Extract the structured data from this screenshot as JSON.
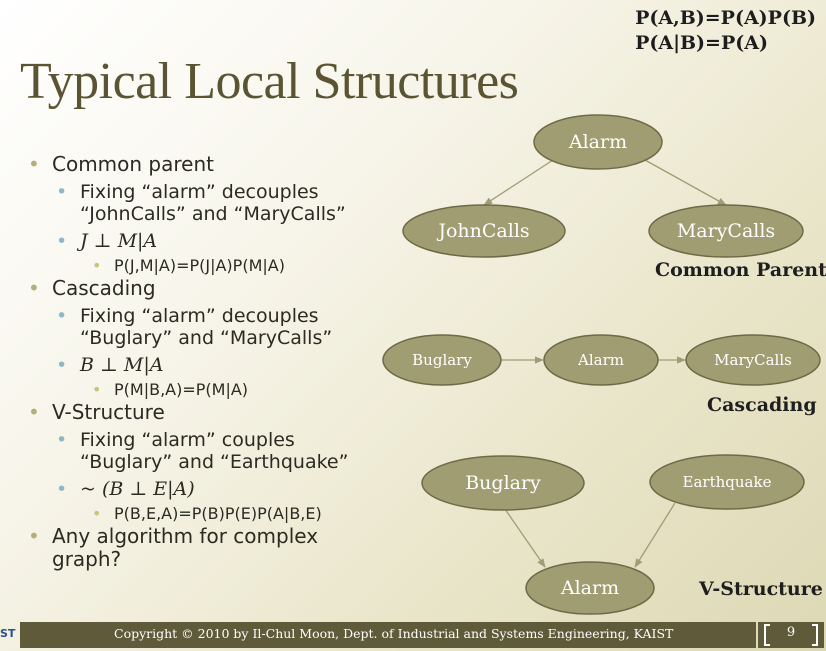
{
  "formulas": [
    "P(A,B)=P(A)P(B)",
    "P(A|B)=P(A)"
  ],
  "title": "Typical Local Structures",
  "bullets": {
    "common_parent": "Common parent",
    "cp_fix_1": "Fixing “alarm” decouples",
    "cp_fix_2": "“JohnCalls” and “MaryCalls”",
    "cp_indep": "J ⊥ M|A",
    "cp_eq": "P(J,M|A)=P(J|A)P(M|A)",
    "cascading": "Cascading",
    "ca_fix_1": "Fixing “alarm” decouples",
    "ca_fix_2": "“Buglary” and “MaryCalls”",
    "ca_indep": "B ⊥ M|A",
    "ca_eq": "P(M|B,A)=P(M|A)",
    "vstructure": "V-Structure",
    "vs_fix_1": "Fixing “alarm” couples",
    "vs_fix_2": "“Buglary” and “Earthquake”",
    "vs_indep": "~ (B ⊥ E|A)",
    "vs_eq": "P(B,E,A)=P(B)P(E)P(A|B,E)",
    "any_1": "Any algorithm for complex",
    "any_2": "graph?"
  },
  "diagrams": {
    "common_parent": {
      "parent": "Alarm",
      "child_left": "JohnCalls",
      "child_right": "MaryCalls",
      "caption": "Common Parent"
    },
    "cascading": {
      "first": "Buglary",
      "middle": "Alarm",
      "last": "MaryCalls",
      "caption": "Cascading"
    },
    "v_structure": {
      "parent_left": "Buglary",
      "parent_right": "Earthquake",
      "child": "Alarm",
      "caption": "V-Structure"
    }
  },
  "footer": {
    "copyright": "Copyright © 2010 by Il-Chul Moon, Dept. of Industrial and Systems Engineering, KAIST",
    "logo": "ST",
    "page": "9"
  },
  "colors": {
    "node_fill": "#a19d73",
    "node_stroke": "#6e6a47",
    "title": "#5a5432",
    "footer": "#5e5a3a"
  }
}
